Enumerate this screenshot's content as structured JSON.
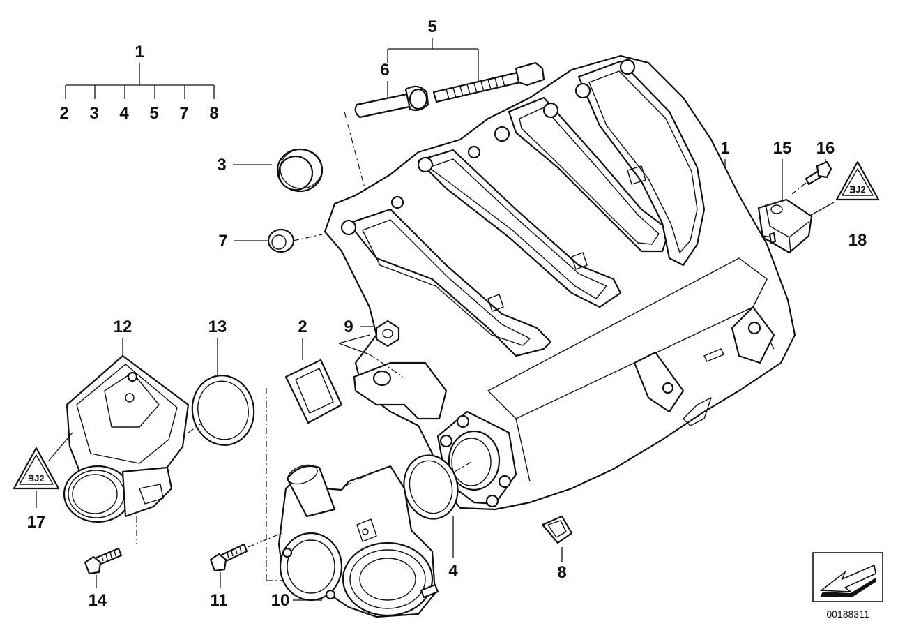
{
  "labels": {
    "assembly_top": "1",
    "tree_2": "2",
    "tree_3": "3",
    "tree_4": "4",
    "tree_5": "5",
    "tree_7": "7",
    "tree_8": "8",
    "group_5": "5",
    "bolt_6": "6",
    "ring_3": "3",
    "ring_7": "7",
    "manifold_1": "1",
    "sensor_15": "15",
    "bolt_16": "16",
    "warn_18": "18",
    "throttle_12": "12",
    "gasket_13": "13",
    "gasket_2": "2",
    "nut_9": "9",
    "warn_17": "17",
    "gasket_4": "4",
    "clip_8": "8",
    "bolt_14": "14",
    "bolt_11": "11",
    "valve_10": "10"
  },
  "warning_symbol_text": "ƎJ2",
  "catalog_code": "00188311"
}
